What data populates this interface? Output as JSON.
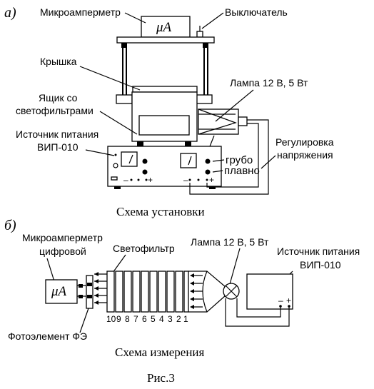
{
  "part_a": {
    "letter": "а)",
    "microammeter": "Микроамперметр",
    "meter_symbol": "μA",
    "switch": "Выключатель",
    "lid": "Крышка",
    "box_line1": "Ящик со",
    "box_line2": "светофильтрами",
    "lamp": "Лампа 12 В, 5 Вт",
    "source_line1": "Источник питания",
    "source_line2": "ВИП-010",
    "coarse": "грубо",
    "fine": "плавно",
    "reg_line1": "Регулировка",
    "reg_line2": "напряжения",
    "caption": "Схема установки",
    "minus": "–",
    "plus": "+"
  },
  "part_b": {
    "letter": "б)",
    "micro_line1": "Микроамперметр",
    "micro_line2": "цифровой",
    "meter_symbol": "μA",
    "filter": "Светофильтр",
    "lamp": "Лампа 12 В, 5 Вт",
    "source_line1": "Источник питания",
    "source_line2": "ВИП-010",
    "photo": "Фотоэлемент ФЭ",
    "filter_numbers": [
      "10",
      "9",
      "8",
      "7",
      "6",
      "5",
      "4",
      "3",
      "2",
      "1"
    ],
    "caption": "Схема измерения",
    "minus": "–",
    "plus": "+"
  },
  "figure_caption": "Рис.3"
}
